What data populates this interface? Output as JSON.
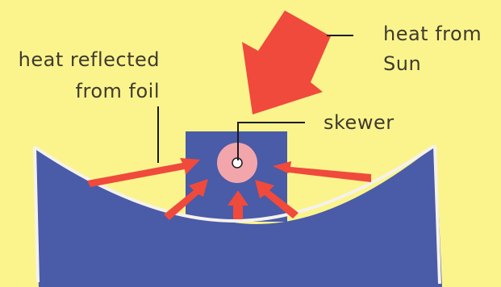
{
  "labels": {
    "heat_from_sun_line1": "heat from",
    "heat_from_sun_line2": "Sun",
    "heat_reflected_line1": "heat reflected",
    "heat_reflected_line2": "from foil",
    "skewer": "skewer"
  },
  "colors": {
    "background": "#fbf48d",
    "cooker_body": "#4a5ba8",
    "foil_edge": "#f5f2ec",
    "arrow": "#f04a3c",
    "skewer_food": "#f2a6ab",
    "skewer_center": "#ffffff",
    "leader_line": "#1b1b1b",
    "text": "#3f3a2e"
  },
  "icons": {
    "sun_arrow": "large-arrow-down-right",
    "reflected_arrows": "arrows-pointing-to-center"
  }
}
